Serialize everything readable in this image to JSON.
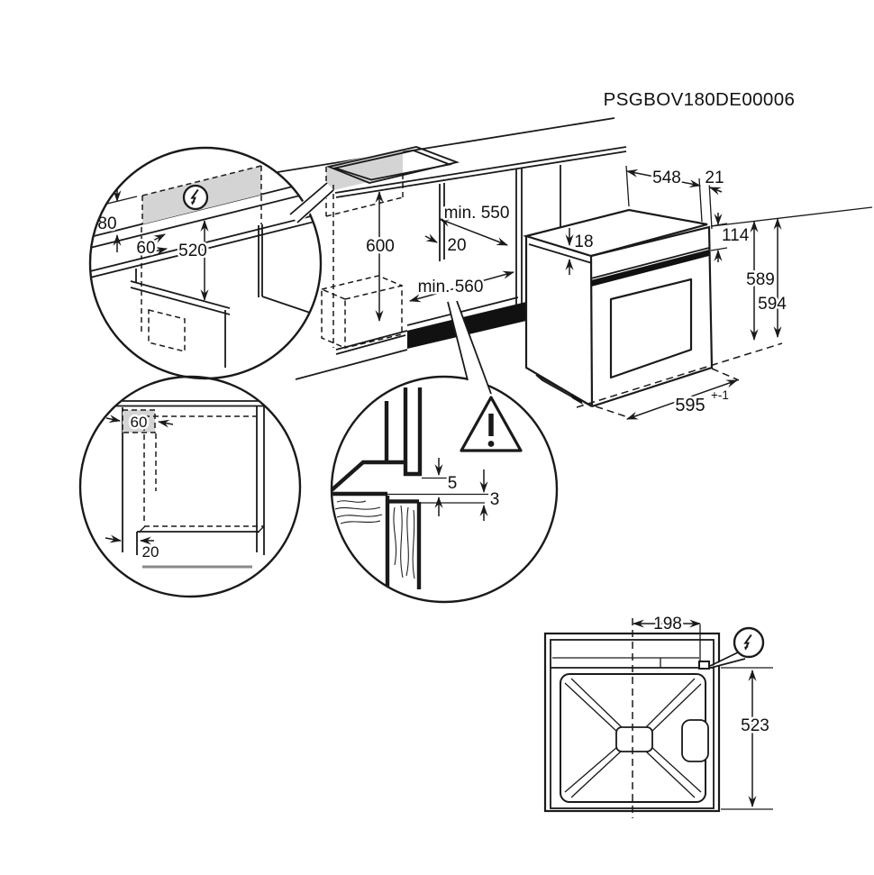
{
  "title": "PSGBOV180DE00006",
  "colors": {
    "line": "#1a1a1a",
    "gray_fill": "#d4d4d4",
    "black_fill": "#111111",
    "floor_gray": "#8a8a8a"
  },
  "niche": {
    "height": "600",
    "depth": "min. 550",
    "back_gap": "20",
    "width": "min. 560"
  },
  "oven": {
    "depth": "548",
    "door_proud": "21",
    "top_inset": "18",
    "panel_height": "114",
    "body_height": "589",
    "total_height": "594",
    "width": "595",
    "width_tolerance": "+-1"
  },
  "detail_connection": {
    "recess_height": "80",
    "recess_depth": "60",
    "drop_to_oven": "520"
  },
  "detail_corner": {
    "corner_recess": "60",
    "plinth_setback": "20"
  },
  "detail_gap": {
    "top_gap": "5",
    "bottom_gap": "3"
  },
  "back_view": {
    "connection_offset": "198",
    "height": "523"
  },
  "icons": {
    "electric": "lightning-bolt-in-circle",
    "warning": "exclamation-triangle"
  }
}
